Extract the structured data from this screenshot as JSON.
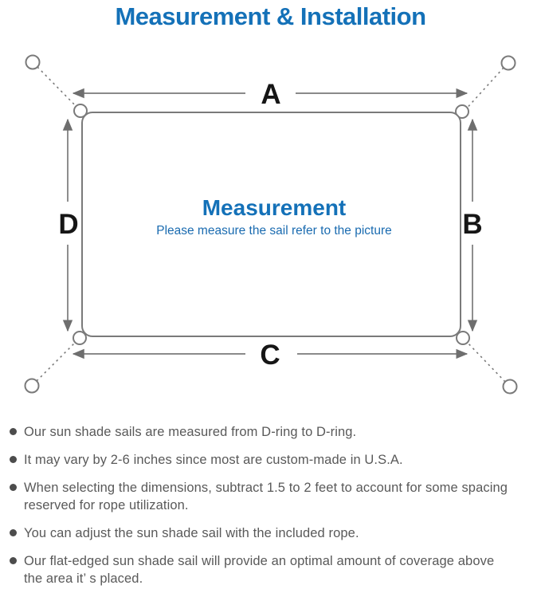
{
  "title": "Measurement & Installation",
  "diagram": {
    "labels": {
      "top": "A",
      "right": "B",
      "bottom": "C",
      "left": "D"
    },
    "center_title": "Measurement",
    "center_subtitle": "Please measure the sail refer to the picture"
  },
  "colors": {
    "accent_blue": "#1471b8",
    "line_gray": "#7a7a7a",
    "dim_label_black": "#161616",
    "body_text_gray": "#595959"
  },
  "bullets": [
    "Our sun shade sails are measured from D-ring to D-ring.",
    "It may vary by 2-6 inches since most are custom-made in U.S.A.",
    "When selecting the dimensions, subtract 1.5 to 2 feet to account for some spacing\nreserved for rope utilization.",
    "You can adjust the sun shade sail with the included rope.",
    "Our flat-edged sun shade sail will provide an optimal amount of coverage above\nthe area it’ s placed."
  ]
}
